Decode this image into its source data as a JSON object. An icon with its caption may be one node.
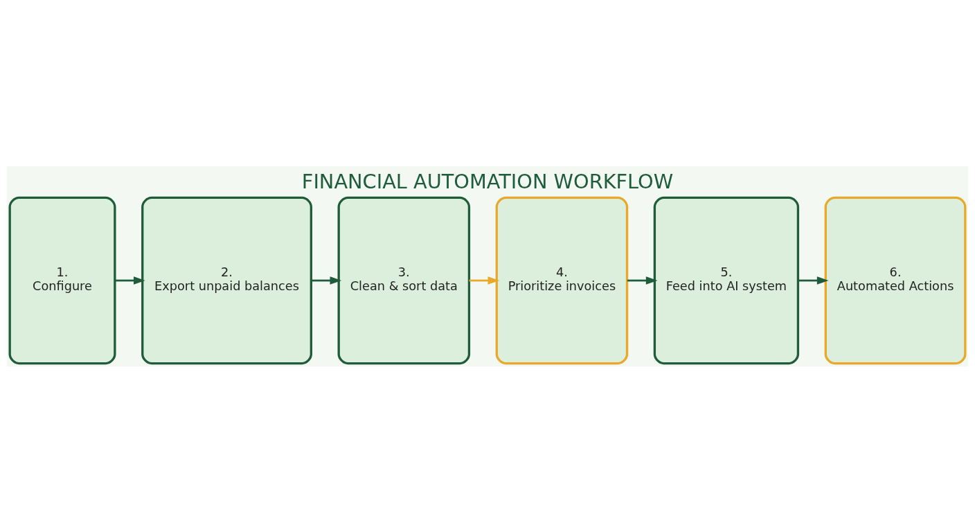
{
  "diagram": {
    "title": "FINANCIAL AUTOMATION WORKFLOW",
    "nodes": [
      {
        "text": [
          "1.",
          "Configure"
        ]
      },
      {
        "text": [
          "2.",
          "Export unpaid balances"
        ]
      },
      {
        "text": [
          "3.",
          "Clean & sort data"
        ]
      },
      {
        "text": [
          "4.",
          "Prioritize invoices"
        ]
      },
      {
        "text": [
          "5.",
          "Feed into AI system"
        ]
      },
      {
        "text": [
          "6.",
          "Automated Actions"
        ]
      }
    ],
    "edges": [
      {
        "from": 0,
        "to": 1,
        "arrow": "to"
      },
      {
        "from": 1,
        "to": 2,
        "arrow": "to"
      },
      {
        "from": 2,
        "to": 3,
        "arrow": "to",
        "color": "#e8a92a"
      },
      {
        "from": 3,
        "to": 4,
        "arrow": "to"
      },
      {
        "from": 4,
        "to": 5,
        "arrow": "to"
      }
    ]
  }
}
